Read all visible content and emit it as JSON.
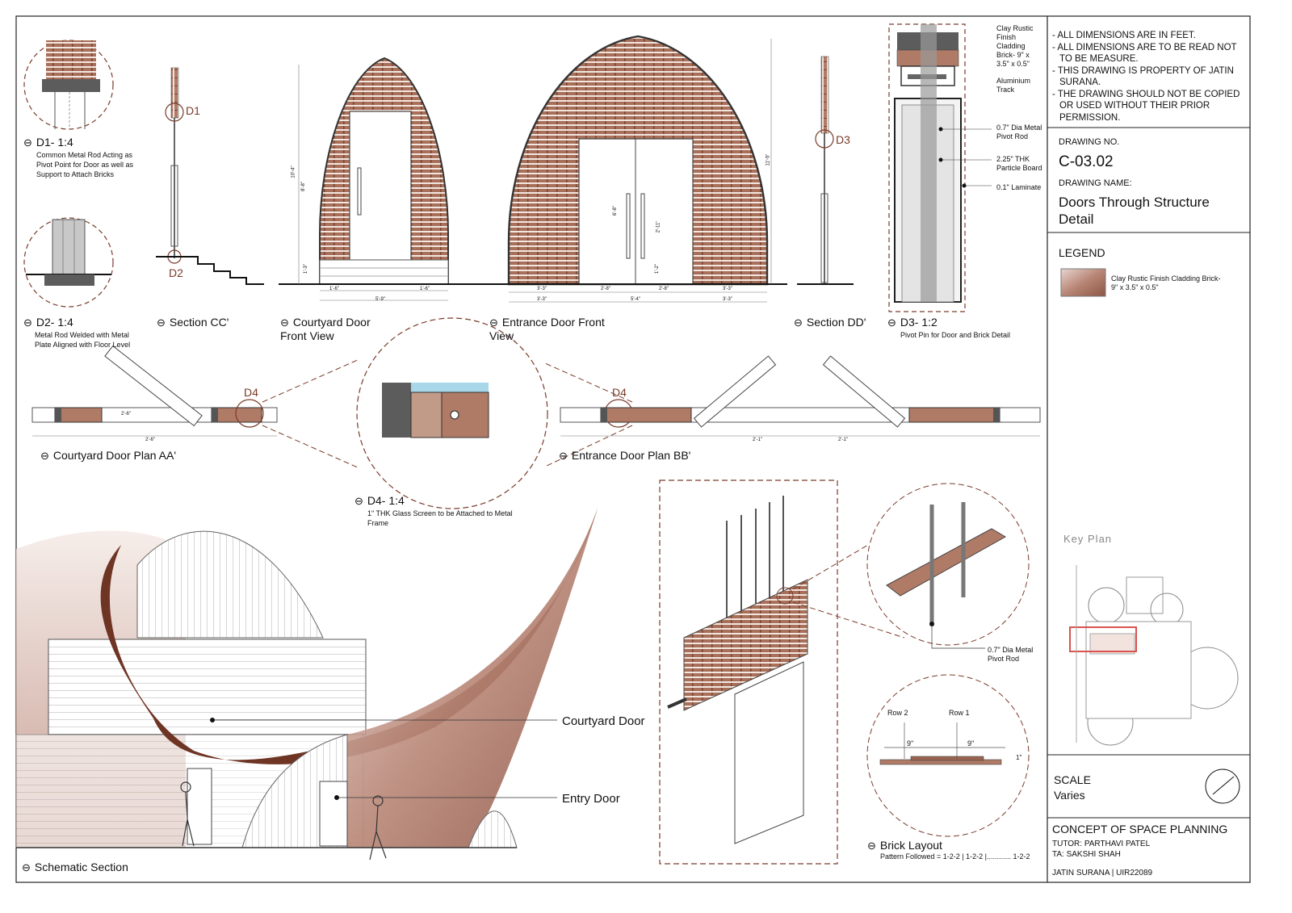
{
  "colors": {
    "brick": "#a8705a",
    "brick_dark": "#6e3424",
    "metal": "#5c5c5c",
    "wash": "#c9a59a",
    "highlight": "#d9534f"
  },
  "details": {
    "d1": {
      "tag": "D1",
      "title": "D1- 1:4",
      "note": "Common Metal Rod Acting as Pivot Point for Door as well as Support to Attach Bricks"
    },
    "d2": {
      "tag": "D2",
      "title": "D2- 1:4",
      "note": "Metal Rod Welded with Metal Plate Aligned with Floor Level"
    },
    "d3": {
      "tag": "D3",
      "title": "D3- 1:2",
      "note": "Pivot Pin for Door and Brick Detail"
    },
    "d4": {
      "tag": "D4",
      "tag2": "D4",
      "title": "D4- 1:4",
      "note": "1\" THK Glass Screen to be Attached to Metal Frame"
    }
  },
  "views": {
    "section_cc": "Section CC'",
    "courtyard_front": "Courtyard Door Front View",
    "entrance_front": "Entrance Door Front View",
    "section_dd": "Section DD'",
    "plan_aa": "Courtyard Door Plan AA'",
    "plan_bb": "Entrance Door Plan BB'",
    "schematic": "Schematic Section",
    "brick_layout": "Brick Layout",
    "brick_pattern": "Pattern Followed = 1-2-2 | 1-2-2 |............ 1-2-2"
  },
  "d3_labels": {
    "cladding": "Clay Rustic Finish Cladding Brick- 9\" x 3.5\" x 0.5\"",
    "track": "Aluminium Track",
    "rod": "0.7\" Dia Metal Pivot Rod",
    "board": "2.25\" THK Particle Board",
    "laminate": "0.1\" Laminate"
  },
  "iso_label": "0.7\" Dia Metal Pivot Rod",
  "callouts": {
    "courtyard": "Courtyard Door",
    "entry": "Entry Door"
  },
  "brick_rows": {
    "row2": "Row 2",
    "row1": "Row 1",
    "dim_a": "9\"",
    "dim_b": "9\"",
    "dim_c": "1\""
  },
  "dims": {
    "cc_w1": "1'-6\"",
    "cc_w2": "1'-6\"",
    "cc_total": "5'-9\"",
    "cc_h": "10'-4\"",
    "cc_door_h": "8'-8\"",
    "cc_base": "1'-3\"",
    "ed_1": "3'-3\"",
    "ed_2": "2'-8\"",
    "ed_3": "2'-8\"",
    "ed_4": "3'-3\"",
    "ed_5": "3'-3\"",
    "ed_6": "5'-4\"",
    "ed_7": "3'-3\"",
    "ed_h": "11'-5\"",
    "ed_door": "6'-8\"",
    "ed_handle": "2'-11\"",
    "ed_base": "1'-2\"",
    "pa_1": "2'-6\"",
    "pa_2": "2'-6\"",
    "pb_1": "2'-1\"",
    "pb_2": "2'-1\""
  },
  "titleblock": {
    "notes": [
      "- ALL DIMENSIONS ARE IN FEET.",
      "- ALL DIMENSIONS ARE TO BE READ NOT TO BE MEASURE.",
      "- THIS DRAWING IS PROPERTY OF JATIN SURANA.",
      "- THE DRAWING SHOULD NOT BE COPIED OR USED   WITHOUT THEIR PRIOR PERMISSION."
    ],
    "drawing_no_label": "DRAWING NO.",
    "drawing_no": "C-03.02",
    "drawing_name_label": "DRAWING NAME:",
    "drawing_name_1": "Doors Through Structure",
    "drawing_name_2": "Detail",
    "legend_label": "LEGEND",
    "legend_item": "Clay Rustic Finish Cladding Brick- 9\" x 3.5\" x 0.5\"",
    "key_plan": "Key  Plan",
    "scale_label": "SCALE",
    "scale_value": "Varies",
    "project": "CONCEPT OF SPACE PLANNING",
    "tutor": "TUTOR: PARTHAVI PATEL",
    "ta": "TA: SAKSHI SHAH",
    "author": "JATIN SURANA  |  UIR22089"
  }
}
